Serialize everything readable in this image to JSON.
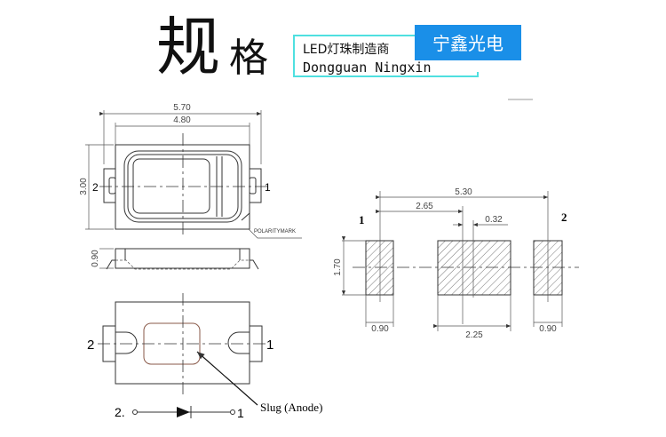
{
  "header": {
    "title_char1": "规",
    "title_char2": "格",
    "subtitle_cn": "LED灯珠制造商",
    "subtitle_en": "Dongguan Ningxin",
    "brand": "宁鑫光电",
    "brand_color": "#1a8fe8",
    "frame_color": "#4fe0e0"
  },
  "top_view": {
    "dim_length": "5.70",
    "dim_body": "4.80",
    "dim_width": "3.00",
    "pin_left": "2",
    "pin_right": "1",
    "polarity_label": "POLARITYMARK"
  },
  "side_view": {
    "dim_height": "0.90"
  },
  "bottom_view": {
    "pin_left": "2",
    "pin_right": "1",
    "slug_label": "Slug (Anode)",
    "symbol_left": "2.",
    "symbol_right": "1"
  },
  "footprint": {
    "pad1_label": "1",
    "pad2_label": "2",
    "dim_span": "5.30",
    "dim_half": "2.65",
    "dim_offset": "0.32",
    "dim_pad_height": "1.70",
    "dim_pad1_width": "0.90",
    "dim_center_width": "2.25",
    "dim_pad2_width": "0.90"
  }
}
